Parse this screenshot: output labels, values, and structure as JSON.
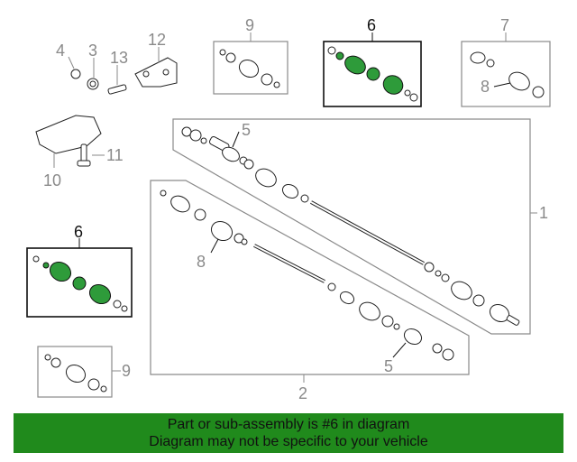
{
  "callouts": {
    "c1": "1",
    "c2": "2",
    "c3": "3",
    "c4": "4",
    "c5a": "5",
    "c5b": "5",
    "c6a": "6",
    "c6b": "6",
    "c7": "7",
    "c8a": "8",
    "c8b": "8",
    "c9a": "9",
    "c9b": "9",
    "c10": "10",
    "c11": "11",
    "c12": "12",
    "c13": "13"
  },
  "banner": {
    "line1": "Part or sub-assembly is #6 in diagram",
    "line2": "Diagram may not be specific to your vehicle"
  },
  "colors": {
    "banner_bg": "#208a1c",
    "highlight_part": "#2e9b3a",
    "callout": "#8a8a8a"
  }
}
